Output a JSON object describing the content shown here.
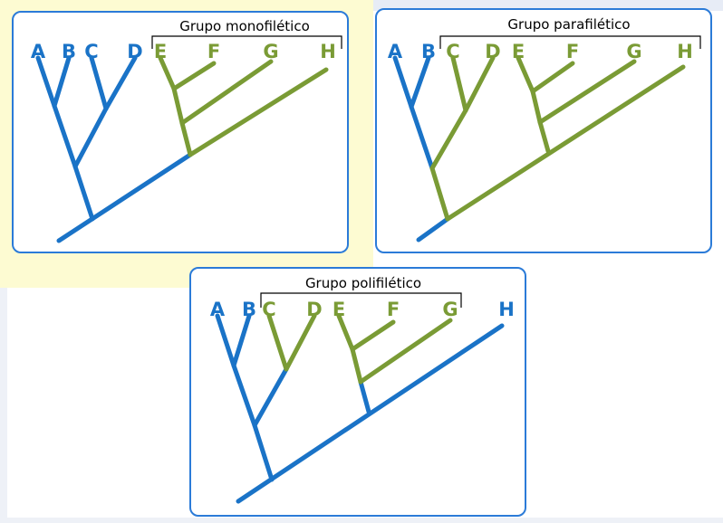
{
  "colors": {
    "blue": "#1a73c7",
    "green": "#7a9b35",
    "frame": "#2b7bd8"
  },
  "panels": {
    "mono": {
      "title": "Grupo monofilético",
      "taxa": [
        "A",
        "B",
        "C",
        "D",
        "E",
        "F",
        "G",
        "H"
      ]
    },
    "para": {
      "title": "Grupo parafilético",
      "taxa": [
        "A",
        "B",
        "C",
        "D",
        "E",
        "F",
        "G",
        "H"
      ]
    },
    "poli": {
      "title": "Grupo polifilético",
      "taxa": [
        "A",
        "B",
        "C",
        "D",
        "E",
        "F",
        "G",
        "H"
      ]
    }
  }
}
